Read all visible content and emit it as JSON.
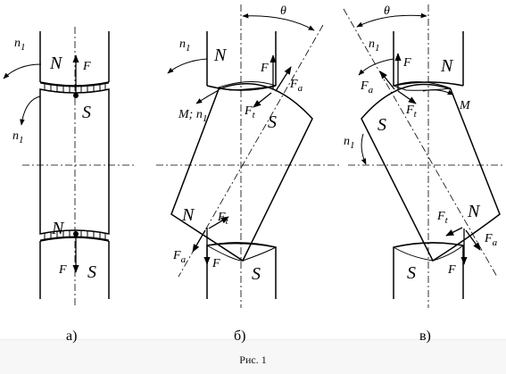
{
  "figure": {
    "caption": "Рис. 1",
    "panels": [
      {
        "id": "a",
        "label": "а)"
      },
      {
        "id": "b",
        "label": "б)"
      },
      {
        "id": "v",
        "label": "в)"
      }
    ],
    "symbols": {
      "N": "N",
      "S": "S",
      "F": "F",
      "Fa": "F",
      "Fa_sub": "a",
      "Ft": "F",
      "Ft_sub": "t",
      "n1": "n",
      "n1_sub": "1",
      "M": "M",
      "M_n1": "M; n",
      "theta": "θ"
    }
  }
}
